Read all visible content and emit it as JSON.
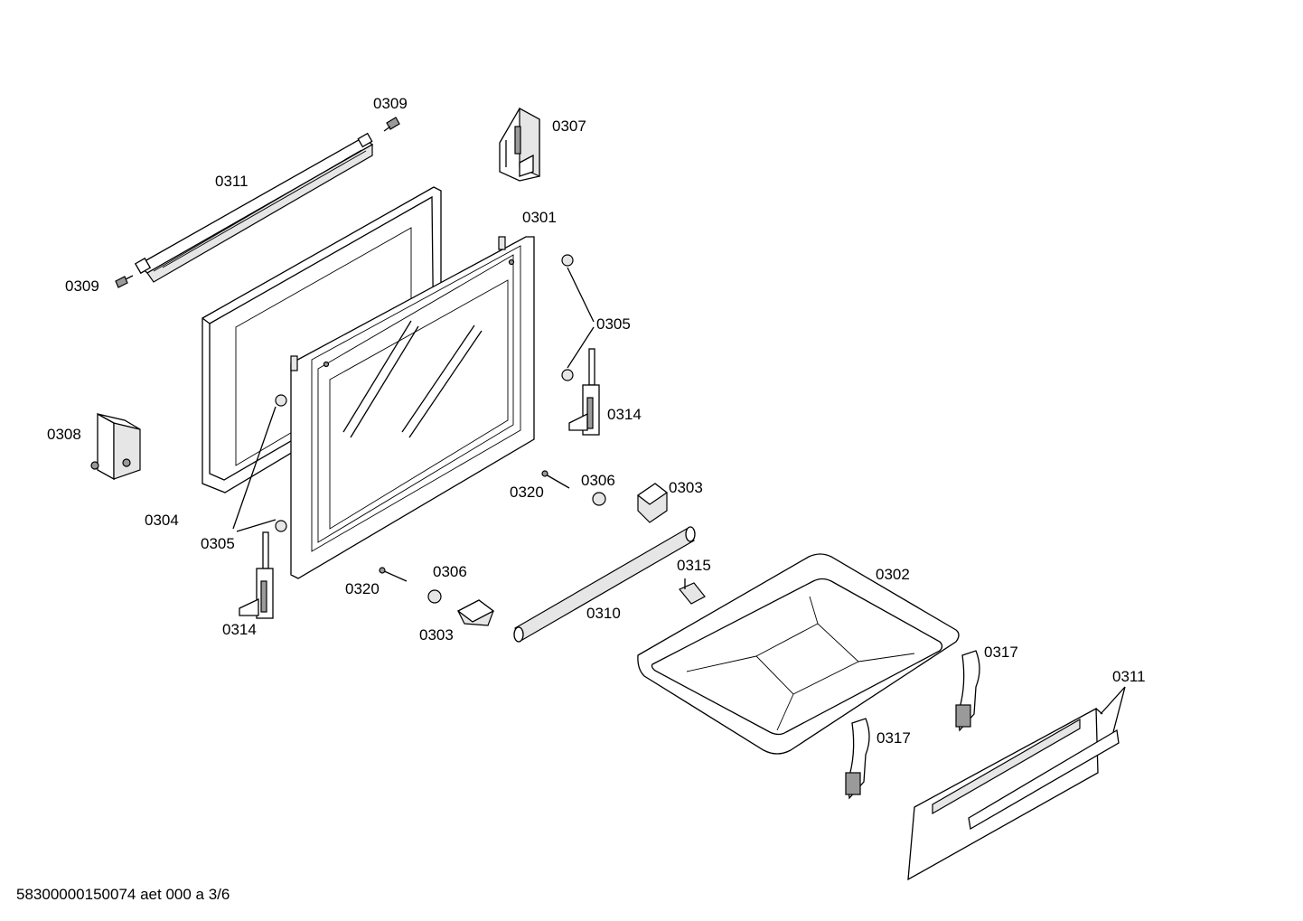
{
  "labels": {
    "top_trim_screw": "0309",
    "top_trim": "0311",
    "side_screw": "0309",
    "bracket_right": "0307",
    "inner_door": "0301",
    "bushing_right": "0305",
    "hinge_right": "0314",
    "bracket_left": "0308",
    "outer_glass": "0304",
    "bushing_left": "0305",
    "hinge_left": "0314",
    "pin_right": "0320",
    "washer_right": "0306",
    "cover_right": "0303",
    "pin_left": "0320",
    "washer_left": "0306",
    "cover_left": "0303",
    "clip": "0315",
    "rod": "0310",
    "drawer_tray": "0302",
    "rail_right": "0317",
    "rail_left": "0317",
    "drawer_front": "0311"
  },
  "footer": "58300000150074 aet 000 a 3/6"
}
